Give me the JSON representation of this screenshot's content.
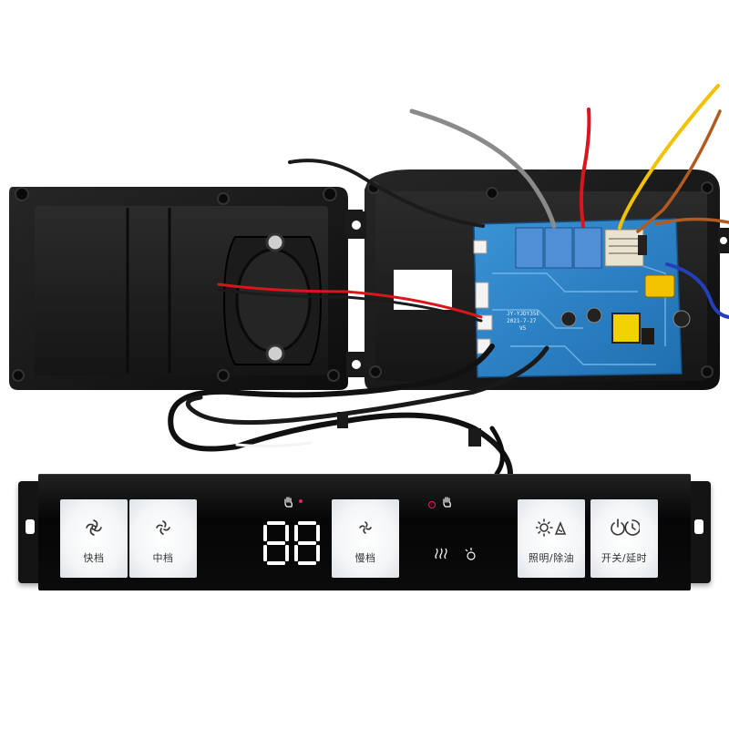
{
  "panel": {
    "keys": [
      {
        "id": "fast",
        "label": "快档",
        "icon": "fan-icon"
      },
      {
        "id": "medium",
        "label": "中档",
        "icon": "fan-icon"
      },
      {
        "id": "slow",
        "label": "慢档",
        "icon": "fan-icon"
      },
      {
        "id": "light",
        "label": "照明/除油",
        "icon": "light-icon"
      },
      {
        "id": "power",
        "label": "开关/延时",
        "icon": "power-icon"
      }
    ],
    "display_value": "88",
    "indicator_icons": [
      "hand-icon",
      "heat-icon",
      "cleaning-icon"
    ]
  },
  "pcb": {
    "model_text": "JY-YJDY35E",
    "date_text": "2021-7-27",
    "version_text": "V5"
  },
  "colors": {
    "enclosure": "#161616",
    "pcb": "#2a7fc4",
    "relay": "#4f8fd6",
    "glass": "#0a0a0a",
    "key_light": "#f6f8fa",
    "segment": "#ffffff",
    "wire_red": "#d8161b",
    "wire_yellow": "#f2c200",
    "wire_gray": "#8a8a8a",
    "wire_blue": "#2340b8",
    "wire_brown": "#b35a1f",
    "indicator_red": "#e0246a"
  }
}
